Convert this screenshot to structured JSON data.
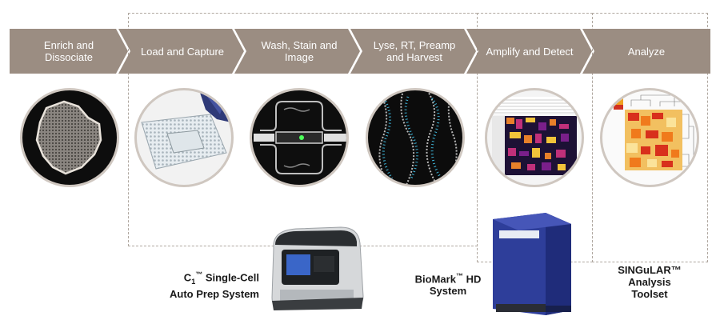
{
  "steps": [
    {
      "label": "Enrich and Dissociate"
    },
    {
      "label": "Load and Capture"
    },
    {
      "label": "Wash, Stain and Image"
    },
    {
      "label": "Lyse, RT, Preamp and Harvest"
    },
    {
      "label": "Amplify and Detect"
    },
    {
      "label": "Analyze"
    }
  ],
  "systems": {
    "c1": {
      "prefix": "C",
      "sub": "1",
      "tm": "™",
      "line1_rest": " Single-Cell",
      "line2": "Auto Prep System"
    },
    "biomark": {
      "name": "BioMark",
      "tm": "™",
      "rest": " HD",
      "line2": "System"
    },
    "singular": {
      "line1": "SINGuLAR™",
      "line2": "Analysis",
      "line3": "Toolset"
    }
  },
  "colors": {
    "arrow": "#9b8d82",
    "frame": "#b0a8a0"
  }
}
